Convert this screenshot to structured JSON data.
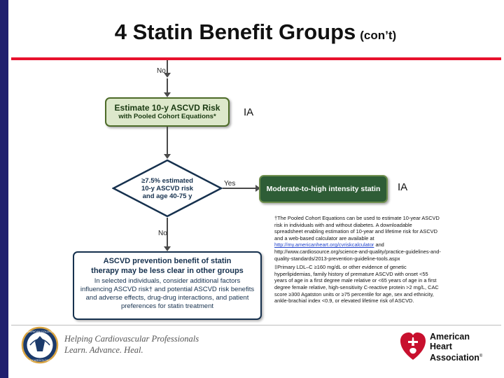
{
  "slide": {
    "title_main": "4 Statin Benefit Groups",
    "title_sub": "(con’t)",
    "accent_red": "#e8112d",
    "accent_navy": "#1f1f6e"
  },
  "flow": {
    "top_no_label": "No",
    "estimate_box": {
      "line1": "Estimate 10-y ASCVD Risk",
      "line2": "with Pooled Cohort Equations*"
    },
    "decision": {
      "line1": "≥7.5% estimated",
      "line2": "10-y ASCVD risk",
      "line3": "and age 40-75 y"
    },
    "yes_label": "Yes",
    "no_label": "No",
    "statin_box": "Moderate-to-high intensity statin",
    "ia_right_top": "IA",
    "ia_right_mid": "IA",
    "bottom_box": {
      "bold1": "ASCVD prevention benefit of statin",
      "bold2": "therapy may be less clear in other groups",
      "body": "In selected individuals, consider additional factors influencing ASCVD risk† and potential ASCVD risk benefits and adverse effects, drug-drug interactions, and patient preferences for statin treatment"
    }
  },
  "footnotes": {
    "dagger": "†The Pooled Cohort Equations can be used to estimate 10-year ASCVD risk in individuals with and without diabetes. A downloadable spreadsheet enabling estimation of 10-year and lifetime risk for ASCVD and a web-based calculator are available at",
    "link1": "http://my.americanheart.org/cvriskcalculator",
    "link_join": "and",
    "link2": "http://www.cardiosource.org/science-and-quality/practice-guidelines-and-quality-standards/2013-prevention-guideline-tools.aspx",
    "double_dagger": "‡Primary LDL–C ≥160 mg/dL or other evidence of genetic hyperlipidemias, family history of premature ASCVD with onset <55 years of age in a first degree male relative or <65 years of age in a first degree female relative, high-sensitivity C-reactive protein >2 mg/L, CAC score ≥300 Agatston units or ≥75 percentile for age, sex and ethnicity, ankle-brachial index <0.9, or elevated lifetime risk of ASCVD."
  },
  "footer": {
    "acc_tagline_line1": "Helping Cardiovascular Professionals",
    "acc_tagline_line2": "Learn. Advance. Heal.",
    "acc_logo_alt": "american-college-of-cardiology-seal",
    "aha_line1": "American",
    "aha_line2": "Heart",
    "aha_line3": "Association",
    "aha_tm": "®"
  }
}
